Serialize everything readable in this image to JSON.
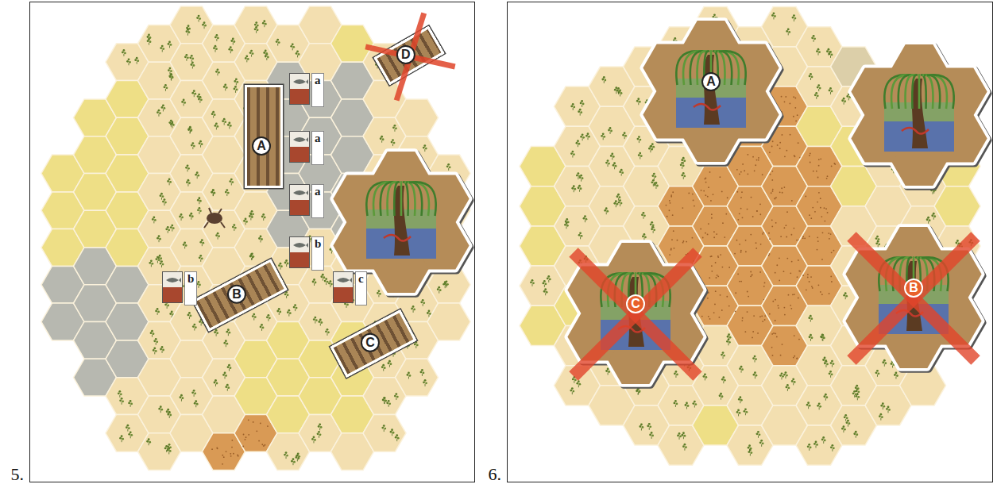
{
  "diagram": {
    "nodes": [
      {
        "text": [
          "5."
        ]
      },
      {
        "text": [
          "D"
        ],
        "in": 0
      },
      {
        "text": [
          "a"
        ],
        "in": 0
      },
      {
        "text": [
          "A"
        ],
        "in": 0
      },
      {
        "text": [
          "a"
        ],
        "in": 0
      },
      {
        "text": [
          "a"
        ],
        "in": 0
      },
      {
        "text": [
          "b"
        ],
        "in": 0
      },
      {
        "text": [
          "b"
        ],
        "in": 0
      },
      {
        "text": [
          "c"
        ],
        "in": 0
      },
      {
        "text": [
          "B"
        ],
        "in": 0
      },
      {
        "text": [
          "C"
        ],
        "in": 0
      },
      {
        "text": [
          "6."
        ]
      },
      {
        "text": [
          "A"
        ],
        "in": 11
      },
      {
        "text": [
          "B"
        ],
        "in": 11
      },
      {
        "text": [
          "C"
        ],
        "in": 11
      }
    ]
  }
}
